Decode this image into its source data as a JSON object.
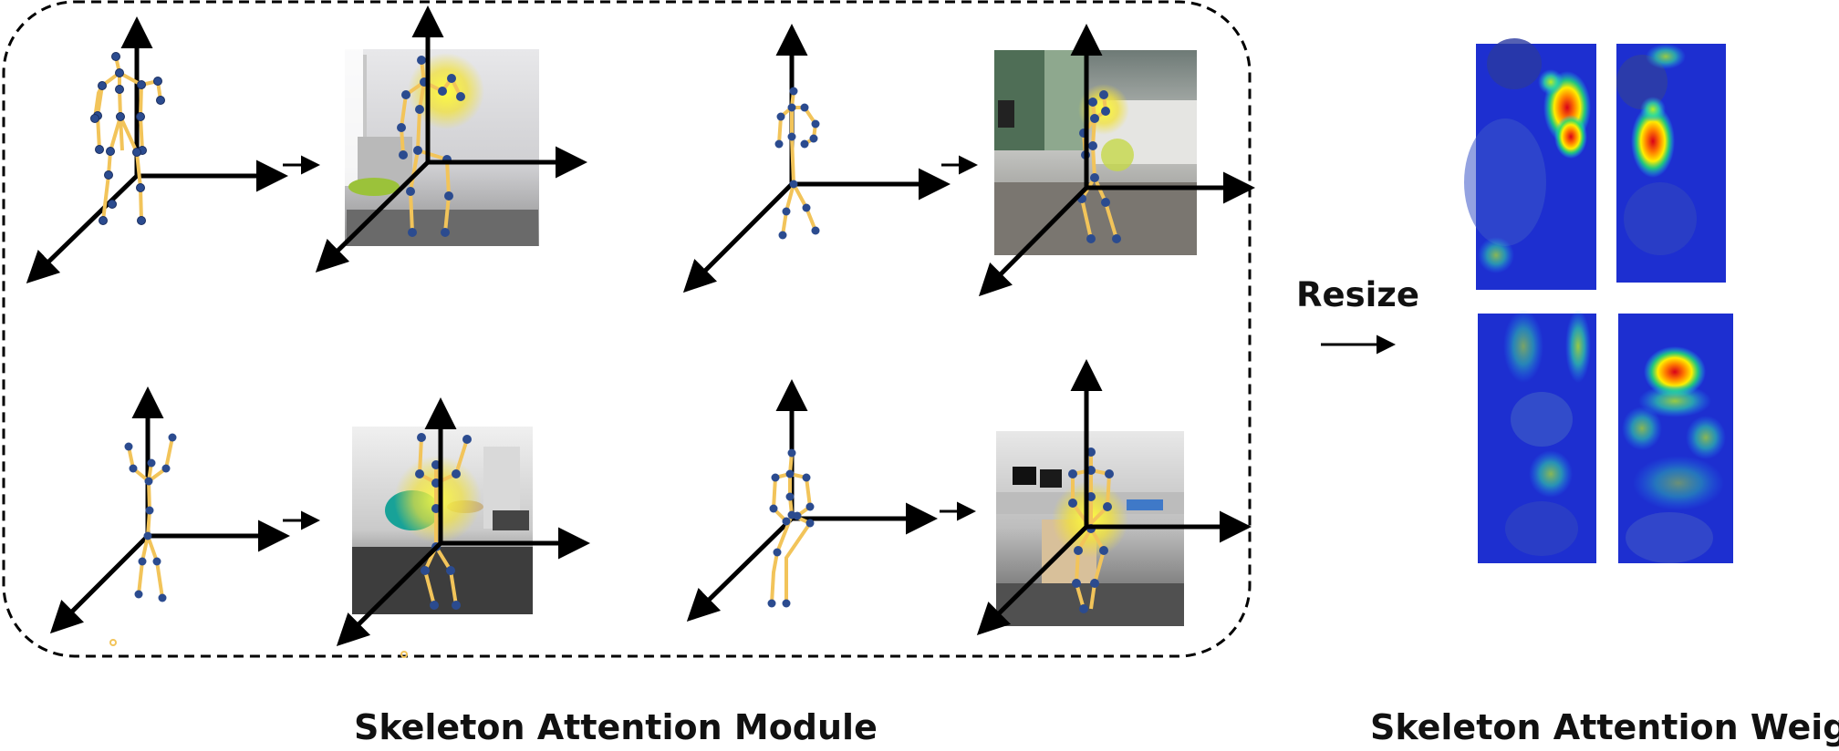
{
  "labels": {
    "resize": "Resize",
    "module": "Skeleton Attention Module",
    "weights": "Skeleton Attention Weights"
  },
  "colors": {
    "bone": "#f2c45a",
    "joint": "#2b4b8f",
    "axis": "#000000",
    "heatmap_base": "#1d2fd0",
    "attention_glow": "#f7e600"
  },
  "panels": {
    "skeleton_plots": 4,
    "rgb_frames": 4,
    "heatmaps": 4
  }
}
